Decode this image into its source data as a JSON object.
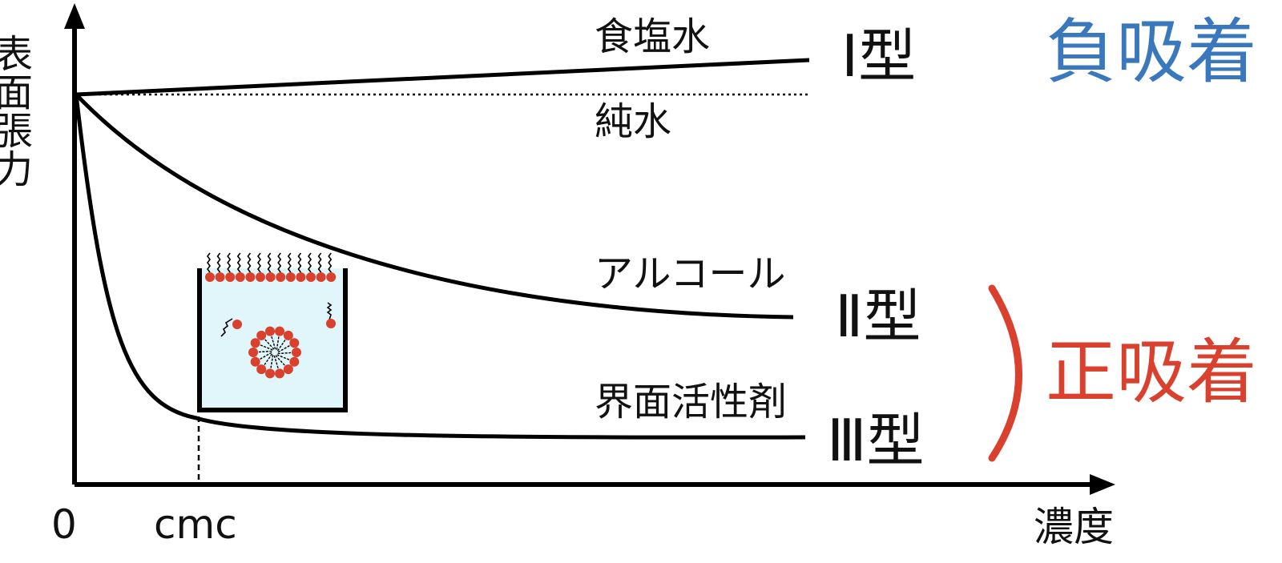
{
  "diagram": {
    "y_axis_label": "表面張力",
    "x_axis_label": "濃度",
    "x_ticks": {
      "zero": "0",
      "cmc": "cmc"
    },
    "curves": {
      "salt_water": "食塩水",
      "pure_water": "純水",
      "alcohol": "アルコール",
      "surfactant": "界面活性剤"
    },
    "types": {
      "type1": "Ⅰ型",
      "type2": "Ⅱ型",
      "type3": "Ⅲ型"
    },
    "groups": {
      "negative": "負吸着",
      "positive": "正吸着"
    },
    "colors": {
      "negative": "#3a78bd",
      "positive": "#d9412e",
      "water": "#e0f6fa",
      "molecule": "#d9412e",
      "line": "#000000"
    }
  }
}
